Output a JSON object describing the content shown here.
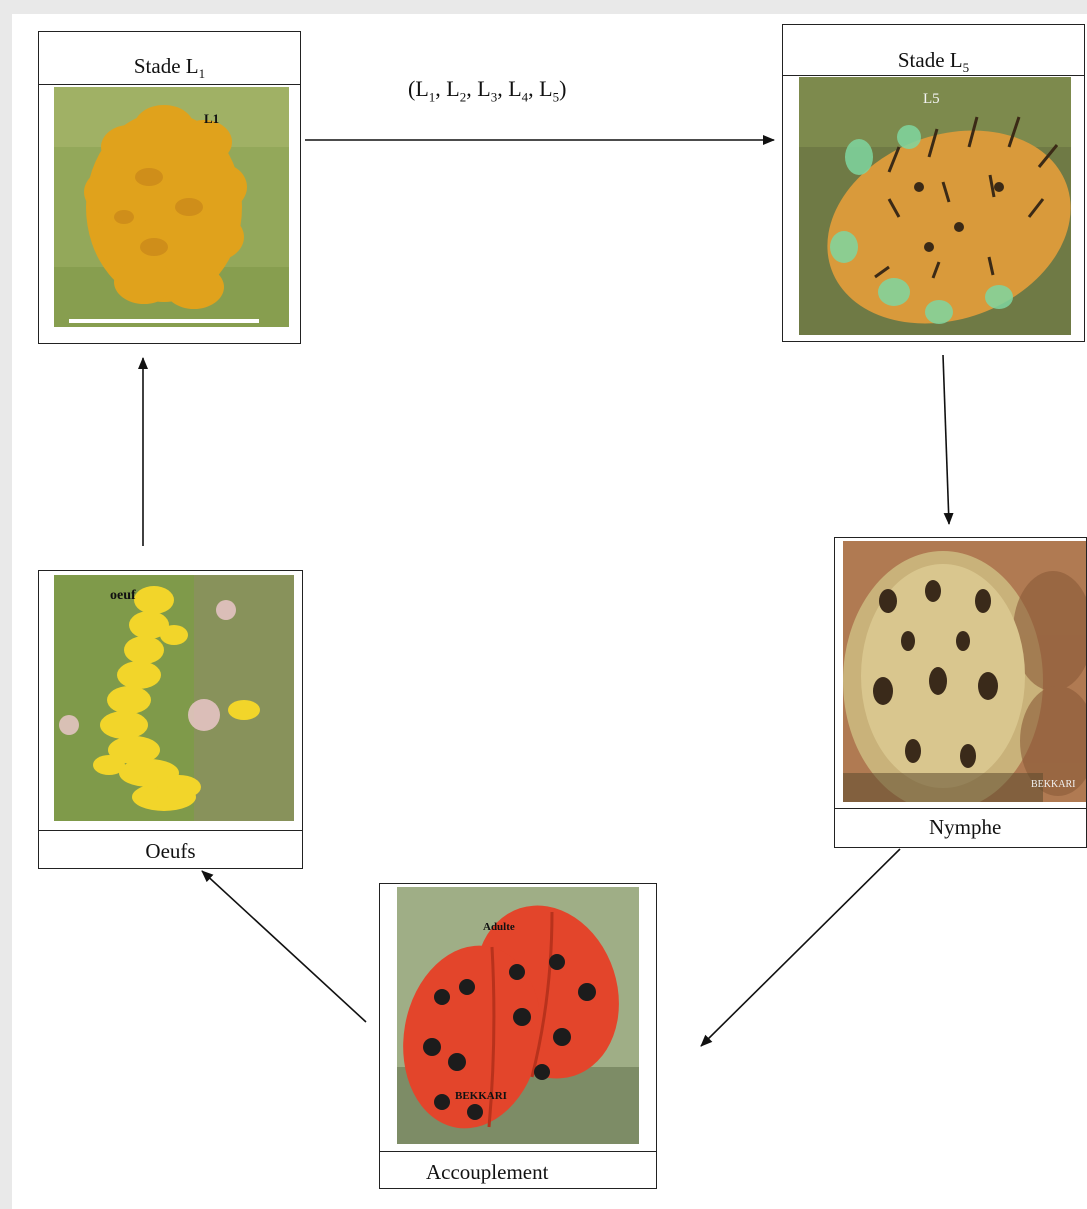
{
  "stages_label": {
    "open": "(",
    "items": [
      "L",
      "L",
      "L",
      "L",
      "L"
    ],
    "subs": [
      "1",
      "2",
      "3",
      "4",
      "5"
    ],
    "sep": ", ",
    "close": ")"
  },
  "boxes": {
    "l1": {
      "caption": "Stade L",
      "caption_sub": "1",
      "photo_label": "L1"
    },
    "l5": {
      "caption": "Stade L",
      "caption_sub": "5",
      "photo_label": "L5"
    },
    "nymphe": {
      "caption": "Nymphe",
      "watermark": "BEKKARI"
    },
    "adult": {
      "caption": "Accouplement",
      "photo_label": "Adulte",
      "watermark": "BEKKARI"
    },
    "eggs": {
      "caption": "Oeufs",
      "photo_label": "oeuf"
    }
  },
  "colors": {
    "border": "#222222",
    "arrow": "#111111",
    "larva": "#e0a21c",
    "ladybird": "#e3452b",
    "egg": "#f2d52a",
    "leaf": "#8fa64a"
  }
}
